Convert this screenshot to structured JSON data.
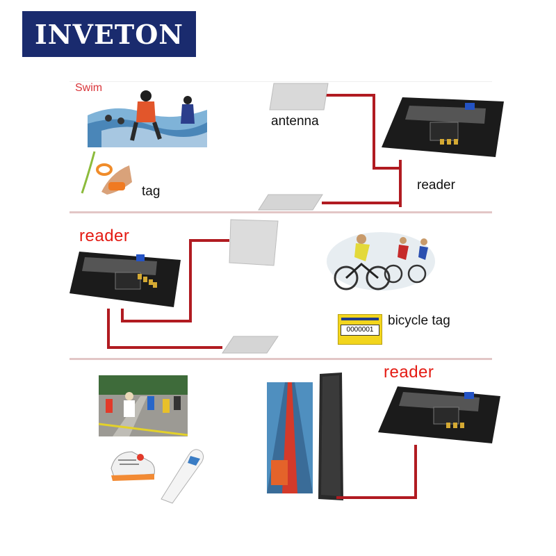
{
  "brand": {
    "name": "INVETON",
    "bg_color": "#1a2b6e"
  },
  "colors": {
    "wire": "#b11b21",
    "accent_red": "#e41b13",
    "divider": "#e2c6c6"
  },
  "section1": {
    "sport_label": "Swim",
    "antenna_label": "antenna",
    "reader_label": "reader",
    "tag_label": "tag"
  },
  "section2": {
    "reader_label": "reader",
    "tag_label": "bicycle tag",
    "tag_number": "0000001"
  },
  "section3": {
    "reader_label": "reader"
  }
}
